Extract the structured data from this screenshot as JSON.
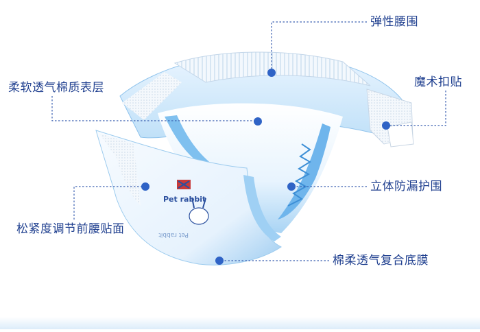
{
  "labels": {
    "elastic_waistband": "弹性腰围",
    "soft_surface": "柔软透气棉质表层",
    "velcro_tab": "魔术扣贴",
    "leak_guard": "立体防漏护围",
    "front_waist_patch": "松紧度调节前腰贴面",
    "backsheet": "棉柔透气复合底膜"
  },
  "print": {
    "brand": "Pet rabbit",
    "mirrored": "Pet rabbit"
  },
  "colors": {
    "label_text": "#1f3f8f",
    "leader_line": "#3a5fb0",
    "marker_dot": "#2f63c6",
    "diaper_tint": "#cfe6fb",
    "diaper_edge": "#6fb2ea",
    "bottom_band": "#dcecfa"
  },
  "icons": {
    "character": "rabbit-icon",
    "bear": "bear-icon"
  }
}
